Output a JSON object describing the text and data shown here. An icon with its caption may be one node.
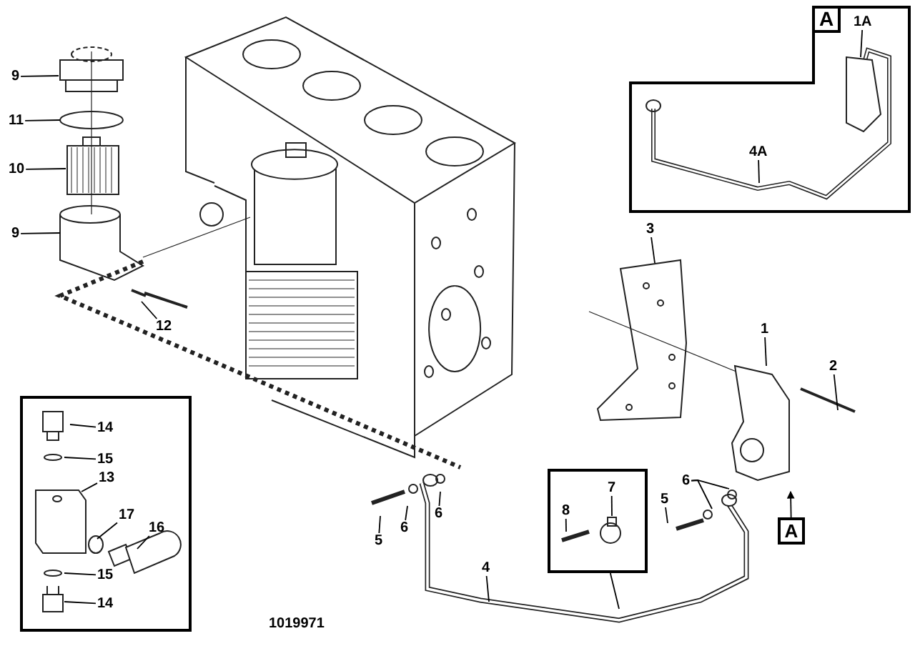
{
  "diagram": {
    "nodes": [
      {
        "text": [
          "A"
        ]
      },
      {
        "text": [
          "1A"
        ],
        "in": 0
      },
      {
        "text": [
          "4A"
        ],
        "in": 0
      },
      {
        "text": [
          "9"
        ]
      },
      {
        "text": [
          "11"
        ]
      },
      {
        "text": [
          "10"
        ]
      },
      {
        "text": [
          "9"
        ]
      },
      {
        "text": [
          "3"
        ]
      },
      {
        "text": [
          "12"
        ]
      },
      {
        "text": [
          "1"
        ]
      },
      {
        "text": [
          "2"
        ]
      },
      {
        "text": [],
        "shape": "box"
      },
      {
        "text": [
          "14"
        ],
        "in": 11
      },
      {
        "text": [
          "15"
        ],
        "in": 11
      },
      {
        "text": [
          "13"
        ],
        "in": 11
      },
      {
        "text": [
          "17"
        ],
        "in": 11
      },
      {
        "text": [
          "16"
        ],
        "in": 11
      },
      {
        "text": [
          "15"
        ],
        "in": 11
      },
      {
        "text": [
          "14"
        ],
        "in": 11
      },
      {
        "text": [],
        "shape": "box"
      },
      {
        "text": [
          "7"
        ],
        "in": 19
      },
      {
        "text": [
          "8"
        ],
        "in": 19
      },
      {
        "text": [
          "6"
        ]
      },
      {
        "text": [
          "5"
        ]
      },
      {
        "text": [
          "6"
        ]
      },
      {
        "text": [
          "6"
        ]
      },
      {
        "text": [
          "5"
        ]
      },
      {
        "text": [
          "A"
        ]
      },
      {
        "text": [
          "4"
        ]
      }
    ],
    "edges": [
      {
        "from": 1,
        "to": null,
        "arrow": "none"
      },
      {
        "from": 2,
        "to": null,
        "arrow": "none"
      },
      {
        "from": 3,
        "to": null,
        "arrow": "none"
      },
      {
        "from": 4,
        "to": null,
        "arrow": "none"
      },
      {
        "from": 5,
        "to": null,
        "arrow": "none"
      },
      {
        "from": 6,
        "to": null,
        "arrow": "none"
      },
      {
        "from": 7,
        "to": null,
        "arrow": "none"
      },
      {
        "from": 8,
        "to": null,
        "arrow": "none"
      },
      {
        "from": 9,
        "to": null,
        "arrow": "none"
      },
      {
        "from": 10,
        "to": null,
        "arrow": "none"
      },
      {
        "from": 12,
        "to": null,
        "arrow": "none"
      },
      {
        "from": 13,
        "to": null,
        "arrow": "none"
      },
      {
        "from": 14,
        "to": null,
        "arrow": "none"
      },
      {
        "from": 15,
        "to": null,
        "arrow": "none"
      },
      {
        "from": 16,
        "to": null,
        "arrow": "none"
      },
      {
        "from": 17,
        "to": null,
        "arrow": "none"
      },
      {
        "from": 18,
        "to": null,
        "arrow": "none"
      },
      {
        "from": 19,
        "to": null,
        "arrow": "none"
      },
      {
        "from": 20,
        "to": null,
        "arrow": "none"
      },
      {
        "from": 21,
        "to": null,
        "arrow": "none"
      },
      {
        "from": 22,
        "to": null,
        "arrow": "none"
      },
      {
        "from": 22,
        "to": null,
        "arrow": "none"
      },
      {
        "from": 23,
        "to": null,
        "arrow": "none"
      },
      {
        "from": 24,
        "to": null,
        "arrow": "none"
      },
      {
        "from": 25,
        "to": null,
        "arrow": "none"
      },
      {
        "from": 26,
        "to": null,
        "arrow": "none"
      },
      {
        "from": 27,
        "to": null,
        "arrow": "to"
      },
      {
        "from": 28,
        "to": null,
        "arrow": "none"
      }
    ],
    "labels": [
      "1019971"
    ]
  }
}
